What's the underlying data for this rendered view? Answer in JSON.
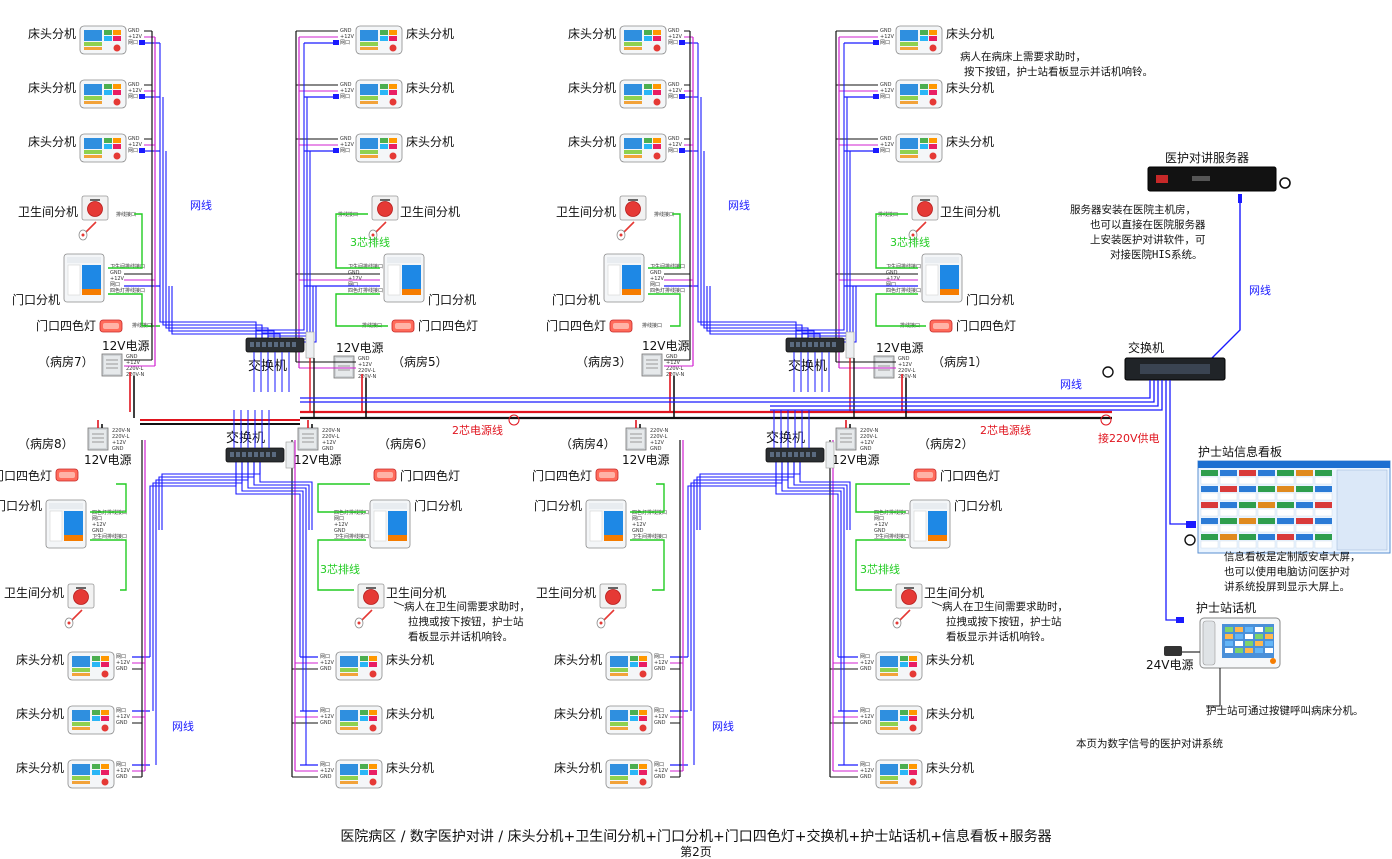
{
  "labels": {
    "bed": "床头分机",
    "toilet": "卫生间分机",
    "door": "门口分机",
    "lamp": "门口四色灯",
    "psu12": "12V电源",
    "switch": "交换机",
    "server": "医护对讲服务器",
    "board": "护士站信息看板",
    "nurse": "护士站话机",
    "psu24": "24V电源",
    "net": "网线",
    "power2": "2芯电源线",
    "cable3": "3芯排线",
    "ac220": "接220V供电"
  },
  "rooms": {
    "r1": "（病房1）",
    "r2": "（病房2）",
    "r3": "（病房3）",
    "r4": "（病房4）",
    "r5": "（病房5）",
    "r6": "（病房6）",
    "r7": "（病房7）",
    "r8": "（病房8）"
  },
  "notes": {
    "bed_call": [
      "病人在病床上需要求助时，",
      "按下按钮，护士站看板显示并话机响铃。"
    ],
    "toilet_call": [
      "病人在卫生间需要求助时，",
      "拉拽或按下按钮，护士站",
      "看板显示并话机响铃。"
    ],
    "server": [
      "服务器安装在医院主机房，",
      "也可以直接在医院服务器",
      "上安装医护对讲软件，可",
      "对接医院HIS系统。"
    ],
    "board": [
      "信息看板是定制版安卓大屏，",
      "也可以使用电脑访问医护对",
      "讲系统投屏到显示大屏上。"
    ],
    "nurse": "护士站可通过按键呼叫病床分机。",
    "page_note": "本页为数字信号的医护对讲系统"
  },
  "terminals": {
    "bed": [
      "GND",
      "+12V",
      "网口"
    ],
    "door": [
      "卫生间排线接口",
      "GND",
      "+12V",
      "网口",
      "四色灯排线接口"
    ],
    "psu": [
      "GND",
      "+12V",
      "220V-L",
      "220V-N"
    ],
    "port": "排线接口"
  },
  "caption": "医院病区 / 数字医护对讲 / 床头分机+卫生间分机+门口分机+门口四色灯+交换机+护士站话机+信息看板+服务器",
  "page_number": "第2页",
  "colors": {
    "net": "#1a1aff",
    "power_red": "#e0141e",
    "power_black": "#111111",
    "magenta": "#d020d0",
    "green": "#22cc22"
  }
}
